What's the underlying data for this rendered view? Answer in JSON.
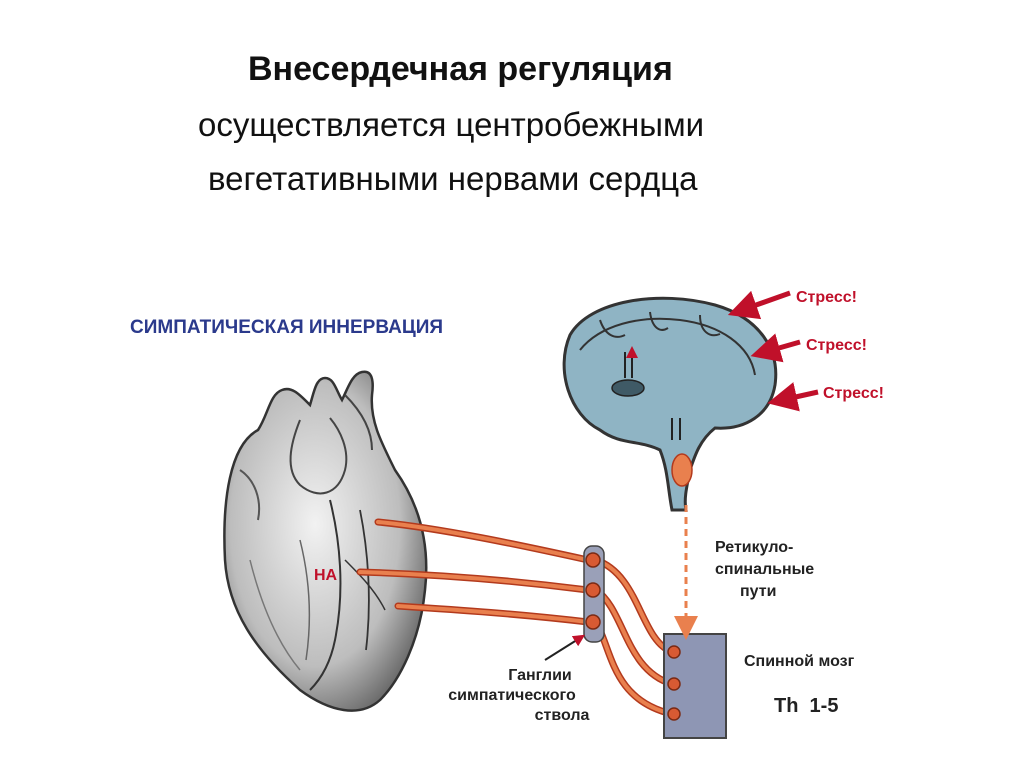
{
  "header": {
    "title": "Внесердечная регуляция",
    "subtitle_line1": "осуществляется центробежными",
    "subtitle_line2": "вегетативными нервами сердца"
  },
  "diagram": {
    "section_label": "СИМПАТИЧЕСКАЯ ИННЕРВАЦИЯ",
    "stress_labels": [
      "Стресс!",
      "Стресс!",
      "Стресс!"
    ],
    "heart_label": "НА",
    "pathway_label_line1": "Ретикуло-",
    "pathway_label_line2": "спинальные",
    "pathway_label_line3": "пути",
    "spinal_cord_label": "Спинной мозг",
    "segment_label": "Th  1-5",
    "ganglia_label_line1": "Ганглии",
    "ganglia_label_line2": "симпатического",
    "ganglia_label_line3": "ствола"
  },
  "colors": {
    "section_label": "#2b3a8c",
    "stress": "#c0102a",
    "nerve": "#e9804e",
    "nerve_edge": "#b33a1d",
    "brain_fill": "#8fb4c4",
    "spine_fill": "#8e96b4"
  }
}
